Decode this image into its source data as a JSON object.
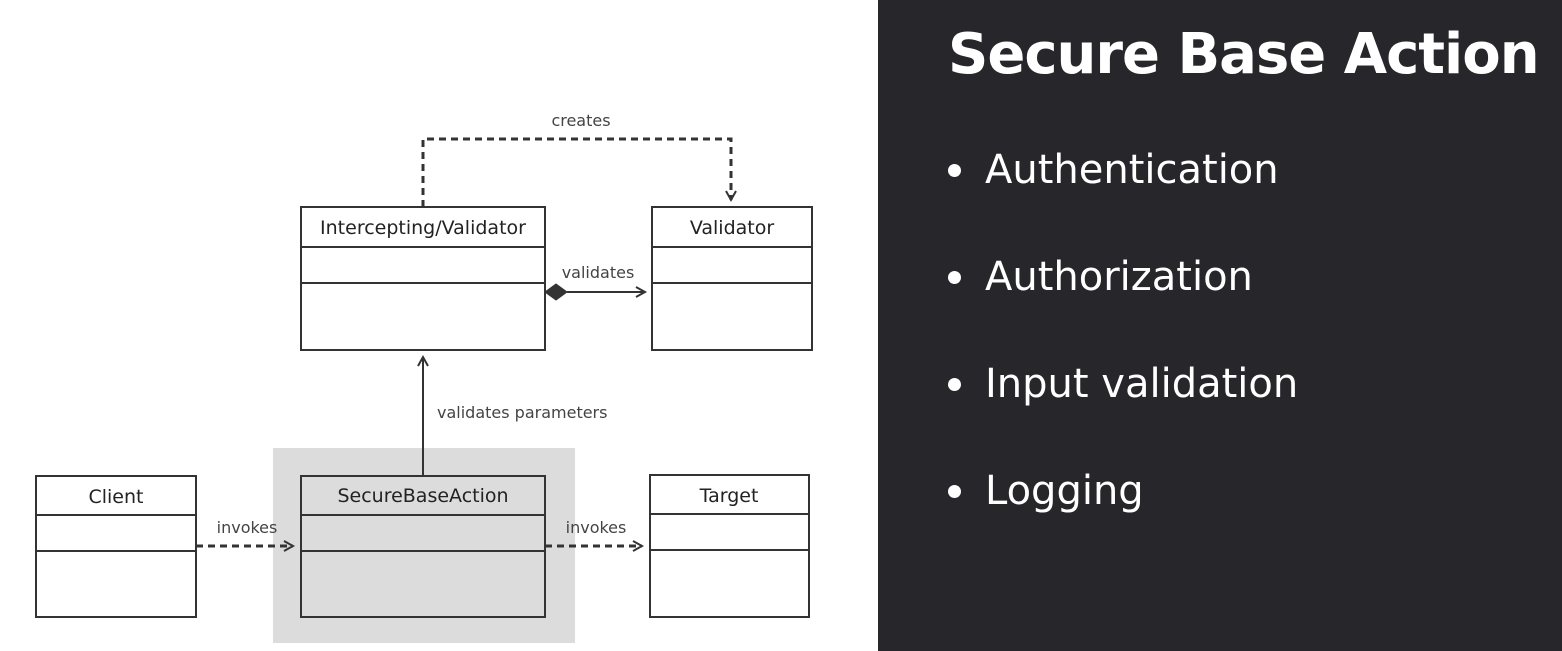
{
  "diagram": {
    "classes": {
      "intercepting_validator": "Intercepting/Validator",
      "validator": "Validator",
      "client": "Client",
      "secure_base_action": "SecureBaseAction",
      "target": "Target"
    },
    "relations": {
      "creates": "creates",
      "validates": "validates",
      "validates_parameters": "validates parameters",
      "client_invokes": "invokes",
      "action_invokes": "invokes"
    },
    "highlighted_class": "SecureBaseAction"
  },
  "info": {
    "title": "Secure Base Action",
    "bullets": [
      "Authentication",
      "Authorization",
      "Input validation",
      "Logging"
    ]
  },
  "colors": {
    "dark_panel": "#27272b",
    "highlight_fill": "#dcdcdc",
    "line": "#333333",
    "text_on_dark": "#ffffff"
  }
}
